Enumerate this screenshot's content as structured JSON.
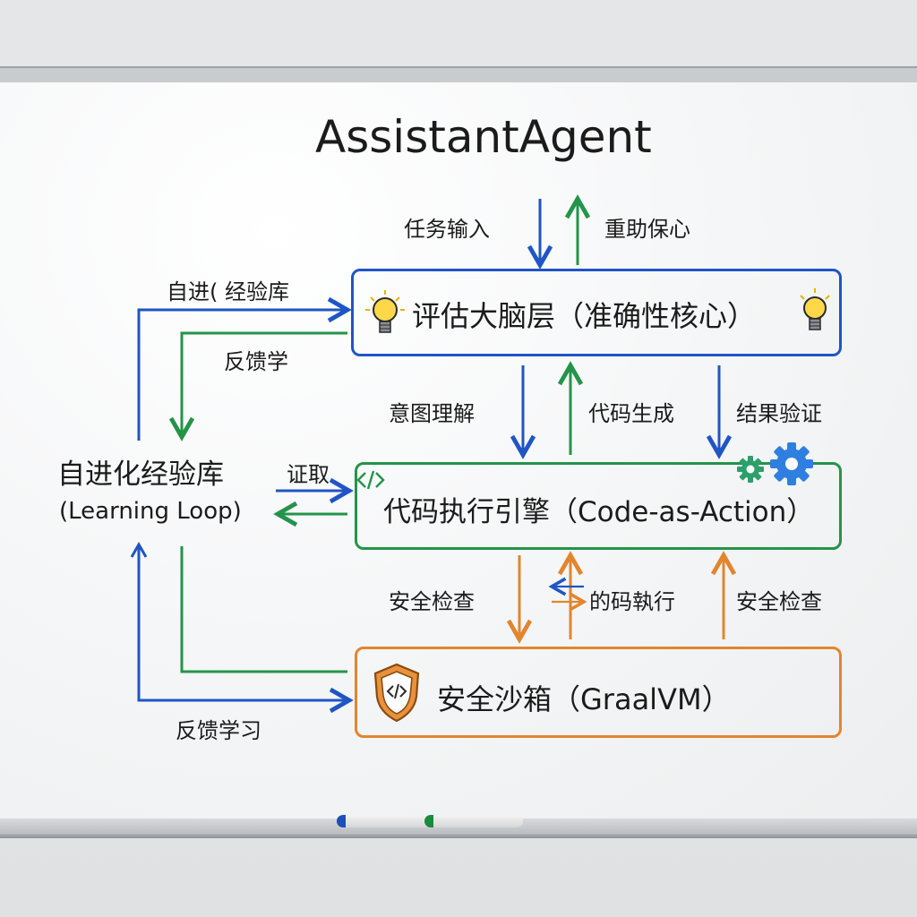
{
  "title": "AssistantAgent",
  "top_arrows": {
    "down_label": "任务输入",
    "up_label": "重助保心"
  },
  "brain_box": {
    "label": "评估大脑层（准确性核心）",
    "icon": "lightbulb-icon"
  },
  "middle_arrows": {
    "left_label": "意图理解",
    "center_label": "代码生成",
    "right_label": "结果验证"
  },
  "engine_box": {
    "label": "代码执行引擎（Code-as-Action）",
    "icons": [
      "code-brackets-icon",
      "gear-icon"
    ]
  },
  "lower_arrows": {
    "left_label": "安全检查",
    "center_label": "的码執行",
    "right_label": "安全检查"
  },
  "sandbox_box": {
    "label": "安全沙箱（GraalVM）",
    "icon": "shield-code-icon"
  },
  "learning_loop": {
    "line1": "自进化经验库",
    "line2": "(Learning Loop)",
    "to_brain_label": "自进( 经验库",
    "from_brain_label": "反馈学",
    "to_engine_label": "证取",
    "bottom_label": "反馈学习"
  },
  "colors": {
    "blue": "#1f55c4",
    "green": "#23944a",
    "orange": "#e2852f"
  }
}
